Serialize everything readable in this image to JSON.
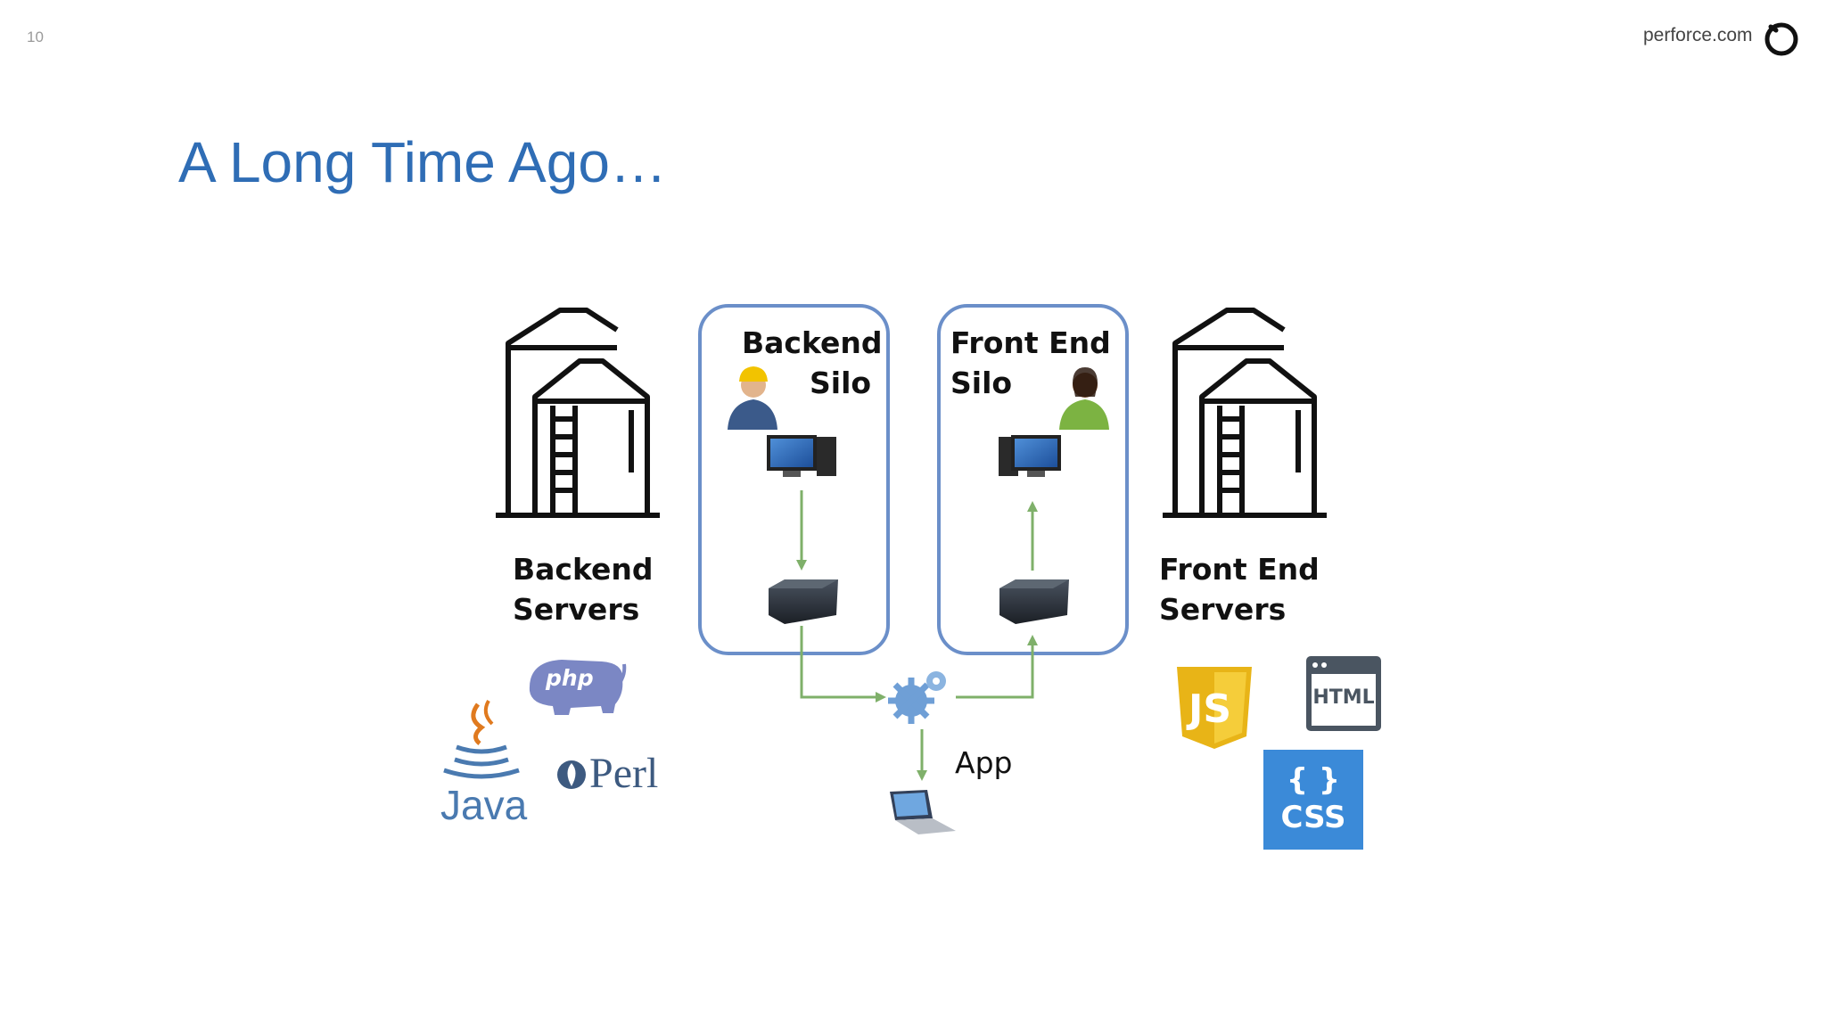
{
  "header": {
    "slide_number": "10",
    "brand": "perforce.com",
    "logo_icon": "perforce-logo-icon"
  },
  "slide": {
    "title": "A Long Time Ago…"
  },
  "diagram": {
    "backend_servers": {
      "line1": "Backend",
      "line2": "Servers",
      "icon": "silo-icon"
    },
    "backend_silo": {
      "line1": "Backend",
      "line2": "Silo",
      "person_icon": "developer-person-icon"
    },
    "frontend_silo": {
      "line1": "Front End",
      "line2": "Silo",
      "person_icon": "developer-person-icon"
    },
    "frontend_servers": {
      "line1": "Front End",
      "line2": "Servers",
      "icon": "silo-icon"
    },
    "app_label": "App",
    "tech_logos": {
      "php": "php",
      "java": "Java",
      "perl": "Perl",
      "js": "JS",
      "html": "HTML",
      "css_braces": "{ }",
      "css": "CSS"
    },
    "colors": {
      "title": "#2f6db5",
      "silo_border": "#6b8fc9",
      "arrow": "#7fb06a",
      "css_tile": "#3b8ad8",
      "js_tile": "#f0c419"
    }
  }
}
